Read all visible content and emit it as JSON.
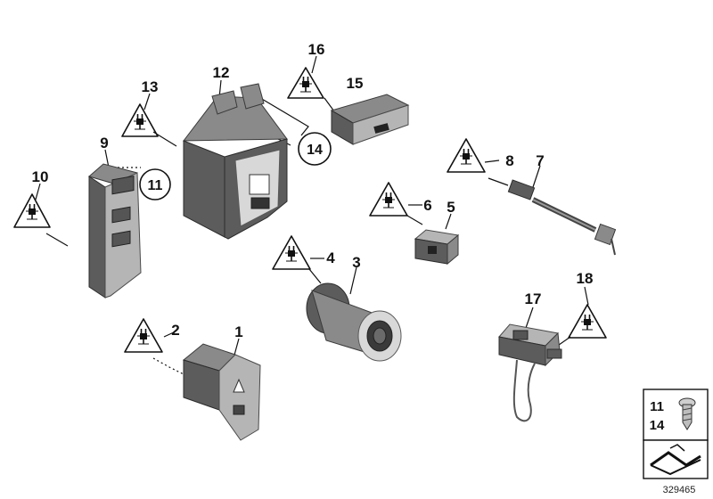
{
  "callouts": {
    "c1": "1",
    "c2": "2",
    "c3": "3",
    "c4": "4",
    "c5": "5",
    "c6": "6",
    "c7": "7",
    "c8": "8",
    "c9": "9",
    "c10": "10",
    "c12": "12",
    "c13": "13",
    "c15": "15",
    "c16": "16",
    "c17": "17",
    "c18": "18",
    "circled_11": "11",
    "circled_14": "14"
  },
  "legend": {
    "line1": "11",
    "line2": "14",
    "icon": "screw-icon"
  },
  "reference_number": "329465",
  "icons": {
    "warning": "electrical-plug-warning-icon",
    "box": "open-box-icon"
  }
}
